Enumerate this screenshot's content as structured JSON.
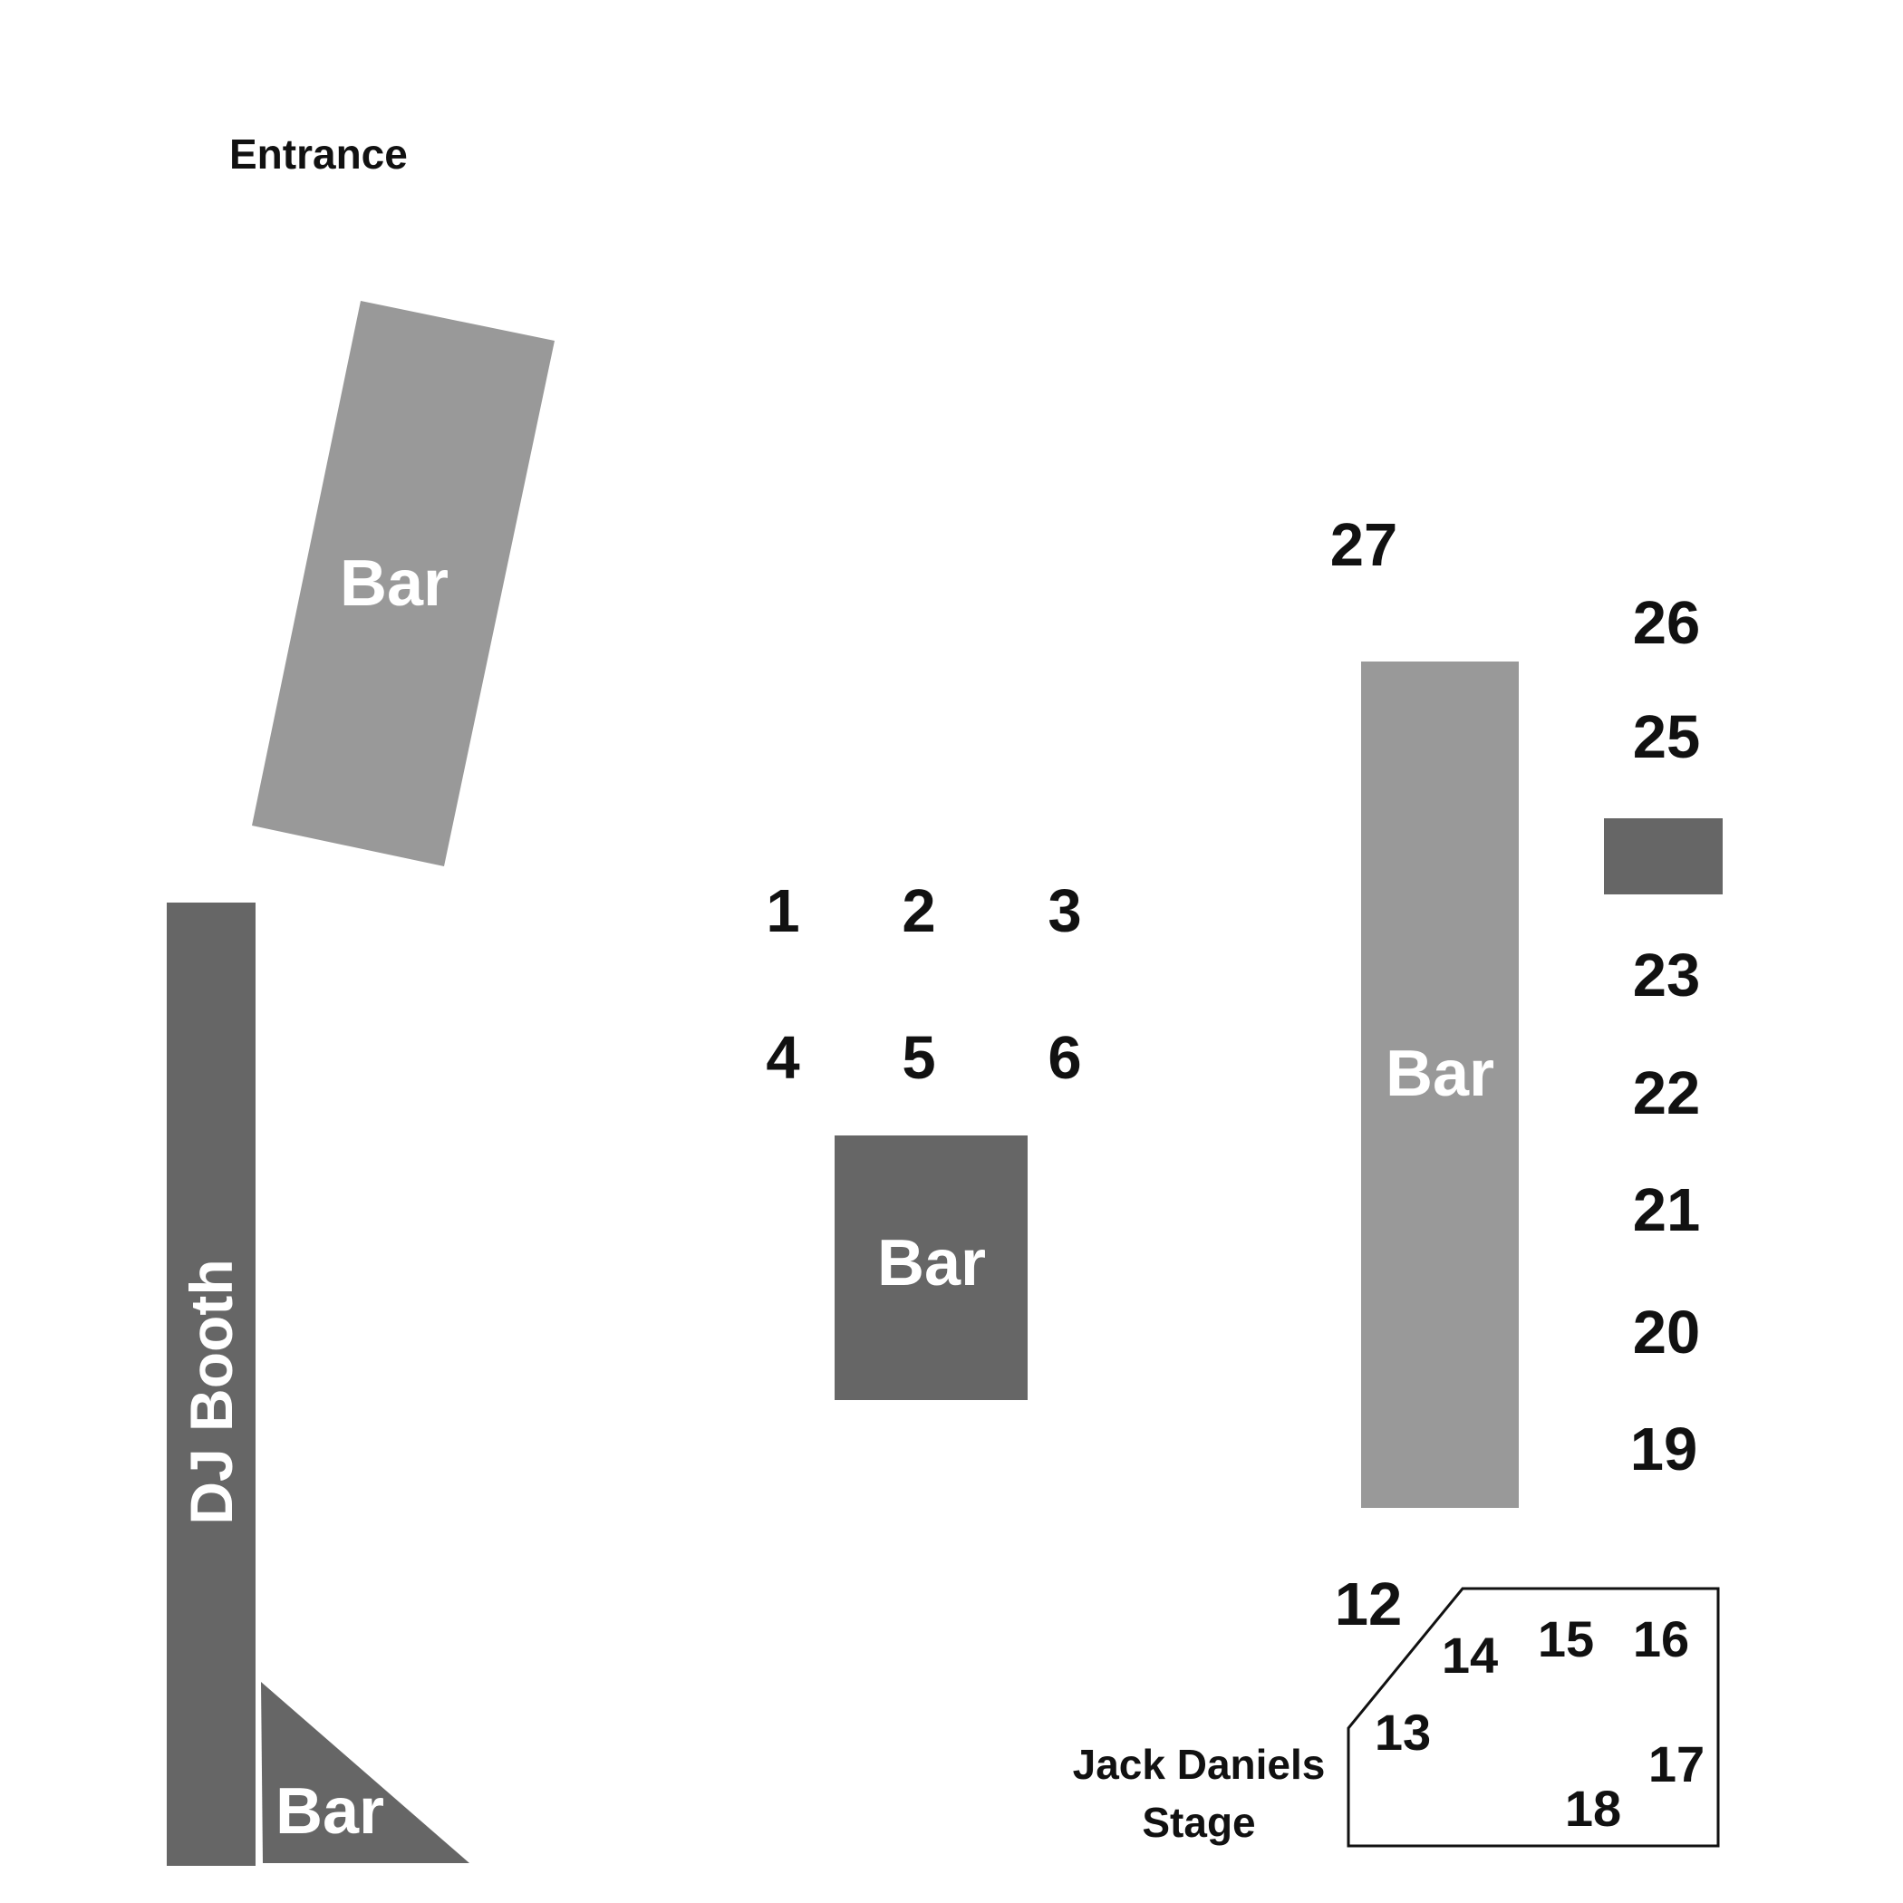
{
  "labels": {
    "entrance": "Entrance",
    "dj_booth": "DJ Booth",
    "bar": "Bar",
    "stage_line1": "Jack Daniels",
    "stage_line2": "Stage"
  },
  "tables": [
    "1",
    "2",
    "3",
    "4",
    "5",
    "6",
    "12",
    "13",
    "14",
    "15",
    "16",
    "17",
    "18",
    "19",
    "20",
    "21",
    "22",
    "23",
    "25",
    "26",
    "27"
  ],
  "colors": {
    "light_bar": "#999999",
    "dark_bar": "#666666",
    "text": "#111111",
    "background": "#ffffff"
  }
}
